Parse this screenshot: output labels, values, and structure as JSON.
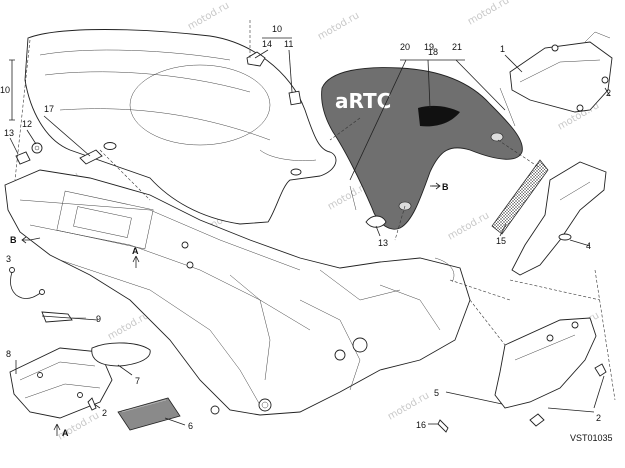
{
  "diagram": {
    "drawing_code": "VST01035",
    "brand_overlay": "aRTC",
    "watermark_text": "motod.ru",
    "callouts": {
      "n1": "1",
      "n2a": "2",
      "n2b": "2",
      "n3": "3",
      "n4": "4",
      "n5": "5",
      "n6": "6",
      "n7": "7",
      "n8": "8",
      "n9": "9",
      "n10a": "10",
      "n10b": "10",
      "n11": "11",
      "n12": "12",
      "n13a": "13",
      "n13b": "13",
      "n14": "14",
      "n15": "15",
      "n16": "16",
      "n17": "17",
      "n18": "18",
      "n19": "19",
      "n20": "20",
      "n21": "21"
    },
    "view_markers": {
      "a_top": "A",
      "a_bottom": "A",
      "b_left": "B",
      "b_right": "B"
    }
  }
}
